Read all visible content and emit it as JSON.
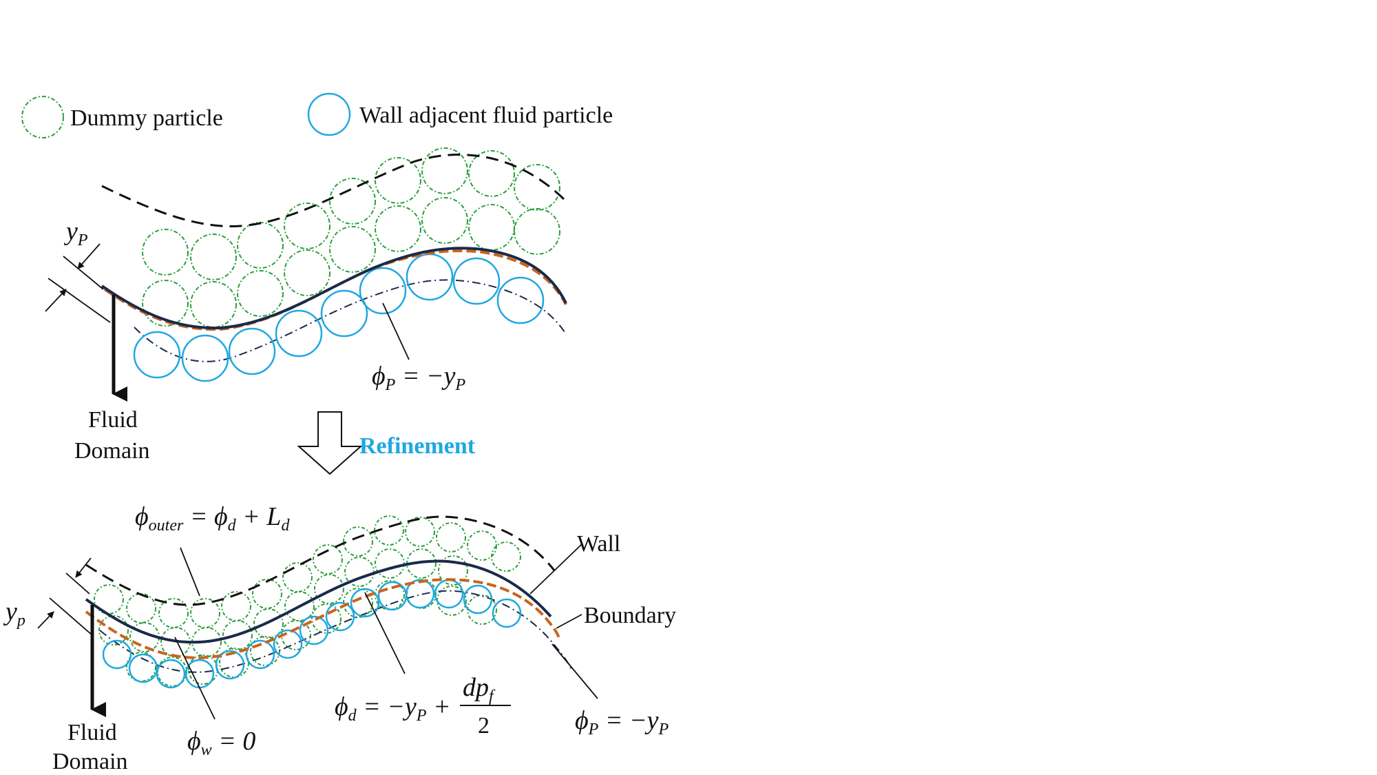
{
  "legend": {
    "dummy_label": "Dummy particle",
    "wall_adjacent_label": "Wall adjacent fluid particle"
  },
  "top_panel": {
    "yP_main": "y",
    "yP_sub": "P",
    "fluid_domain_line1": "Fluid",
    "fluid_domain_line2": "Domain",
    "phiP_eq": {
      "phi": "ϕ",
      "sub": "P",
      "rhs": " = −y",
      "rhs_sub": "P"
    }
  },
  "refinement": {
    "label": "Refinement"
  },
  "bottom_panel": {
    "yp_main": "y",
    "yp_sub": "p",
    "fluid_domain_line1": "Fluid",
    "fluid_domain_line2": "Domain",
    "wall_label": "Wall",
    "boundary_label": "Boundary",
    "phi_outer_eq": {
      "phi": "ϕ",
      "sub": "outer",
      "mid": " = ϕ",
      "mid_sub": "d",
      "rhs": " + L",
      "rhs_sub": "d"
    },
    "phi_w_eq": {
      "phi": "ϕ",
      "sub": "w",
      "rhs": " = 0"
    },
    "phi_d_eq": {
      "phi": "ϕ",
      "sub": "d",
      "rhs": " = −y",
      "rhs_sub": "P",
      "plus": " +",
      "num": "dp",
      "num_sub": "f",
      "den": "2"
    },
    "phiP_eq": {
      "phi": "ϕ",
      "sub": "P",
      "rhs": " = −y",
      "rhs_sub": "P"
    }
  },
  "colors": {
    "dummy": "#2a9d3a",
    "fluid": "#1fa8e0",
    "wall": "#1a2a4a",
    "boundary": "#c8641e",
    "refinement": "#1fa8e0"
  }
}
